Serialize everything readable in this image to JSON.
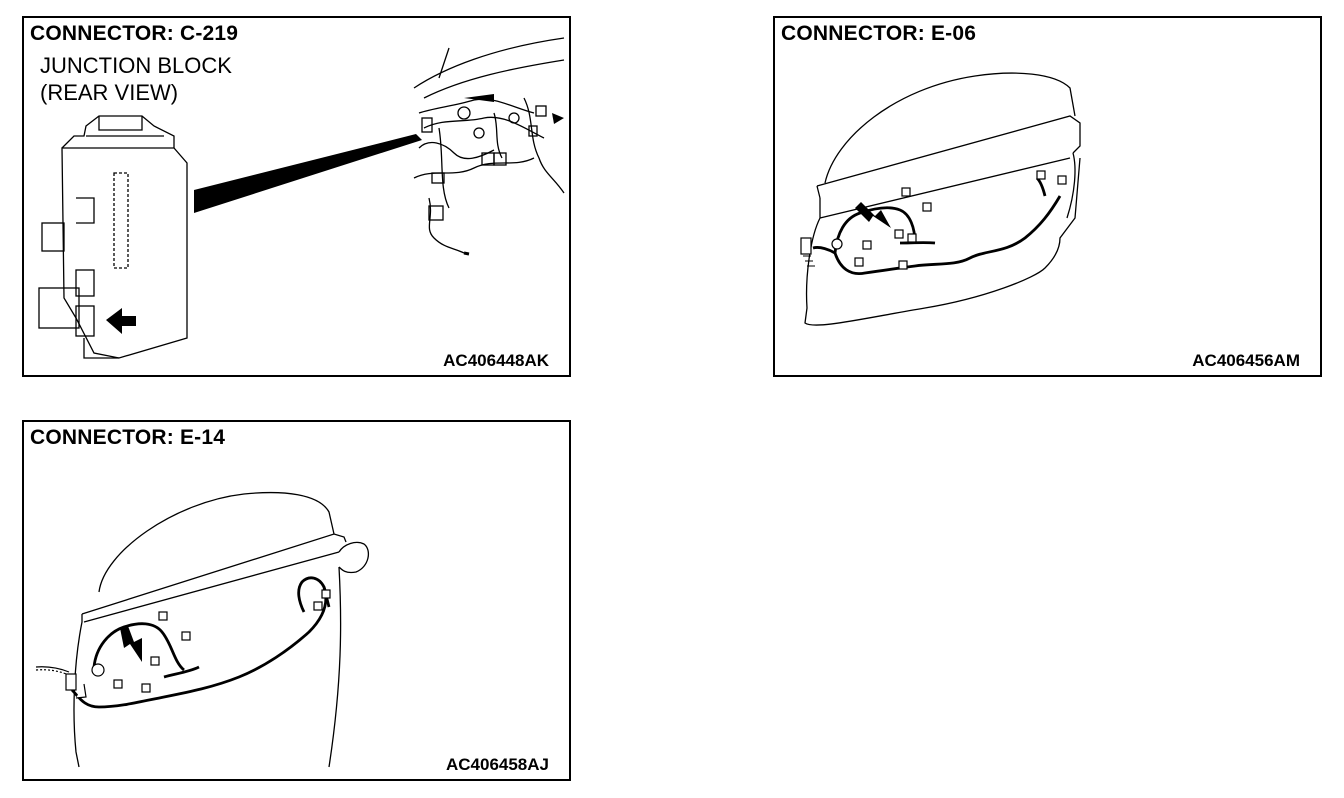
{
  "panels": [
    {
      "title": "CONNECTOR: C-219",
      "subtitle_lines": [
        "JUNCTION BLOCK",
        "(REAR VIEW)"
      ],
      "code": "AC406448AK"
    },
    {
      "title": "CONNECTOR: E-06",
      "code": "AC406456AM"
    },
    {
      "title": "CONNECTOR: E-14",
      "code": "AC406458AJ"
    }
  ]
}
